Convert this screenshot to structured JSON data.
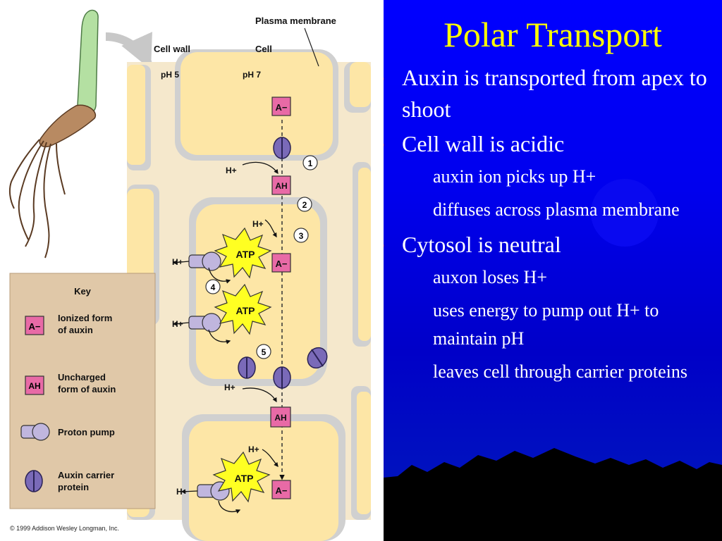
{
  "diagram": {
    "labels": {
      "plasma_membrane": "Plasma membrane",
      "cell_wall": "Cell wall",
      "cell": "Cell",
      "ph_wall": "pH 5",
      "ph_cell": "pH 7",
      "h_plus": "H+",
      "atp": "ATP",
      "ionized_symbol": "A−",
      "uncharged_symbol": "AH"
    },
    "steps": [
      "1",
      "2",
      "3",
      "4",
      "5"
    ],
    "key": {
      "title": "Key",
      "items": [
        {
          "symbol": "A−",
          "label": [
            "Ionized form",
            "of auxin"
          ]
        },
        {
          "symbol": "AH",
          "label": [
            "Uncharged",
            "form of auxin"
          ]
        },
        {
          "symbol": "",
          "label": [
            "Proton pump"
          ]
        },
        {
          "symbol": "",
          "label": [
            "Auxin carrier",
            "protein"
          ]
        }
      ]
    },
    "copyright": "© 1999 Addison Wesley Longman, Inc.",
    "colors": {
      "cytoplasm": "#fde6a6",
      "wall": "#f5e8cc",
      "membrane": "#d0d0d0",
      "auxin_box": "#e86aa6",
      "proton_pump": "#c0b6de",
      "carrier": "#7a6ab8",
      "atp_star": "#ffff22",
      "seedling_shoot": "#b4e0a2",
      "seedling_root": "#b88a62"
    }
  },
  "slide": {
    "title": "Polar Transport",
    "bullets": [
      {
        "text": "Auxin is transported from apex to shoot",
        "sub": []
      },
      {
        "text": "Cell wall is acidic",
        "sub": [
          "auxin ion picks up H+",
          "diffuses across plasma membrane"
        ]
      },
      {
        "text": "Cytosol is neutral",
        "sub": [
          "auxon loses H+",
          "uses energy to pump out H+ to maintain pH",
          "leaves cell through carrier proteins"
        ]
      }
    ],
    "colors": {
      "background": "#0000ff",
      "title": "#ffff00",
      "text": "#ffffff",
      "bullet": "#ff1010",
      "silhouette": "#000000"
    }
  }
}
